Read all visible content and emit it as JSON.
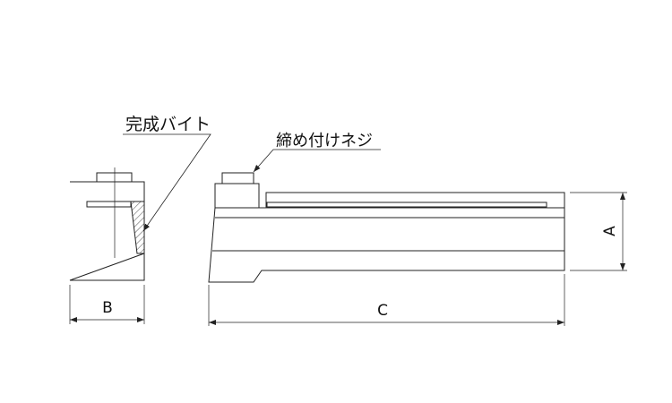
{
  "labels": {
    "finished_bit": "完成バイト",
    "clamp_screw": "締め付けネジ"
  },
  "dimensions": {
    "a": "A",
    "b": "B",
    "c": "C"
  },
  "colors": {
    "line": "#222222",
    "background": "#ffffff"
  }
}
